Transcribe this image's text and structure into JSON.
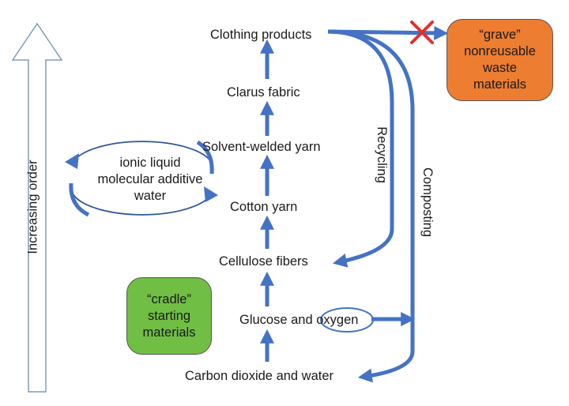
{
  "nodes": {
    "clothing": "Clothing products",
    "fabric": "Clarus fabric",
    "solvent_yarn": "Solvent-welded yarn",
    "cotton_yarn": "Cotton yarn",
    "cellulose": "Cellulose fibers",
    "glucose_oxygen": "Glucose and oxygen",
    "co2_water": "Carbon dioxide and water"
  },
  "cycle_loop": {
    "line1": "ionic liquid",
    "line2": "molecular additive",
    "line3": "water"
  },
  "grave_box": {
    "line1": "“grave”",
    "line2": "nonreusable",
    "line3": "waste",
    "line4": "materials",
    "color": "#ED7D31"
  },
  "cradle_box": {
    "line1": "“cradle”",
    "line2": "starting",
    "line3": "materials",
    "color": "#70BF44"
  },
  "paths": {
    "recycling": "Recycling",
    "composting": "Composting"
  },
  "axis_label": "Increasing order",
  "colors": {
    "arrow": "#4472C4",
    "cross": "#E03030"
  }
}
